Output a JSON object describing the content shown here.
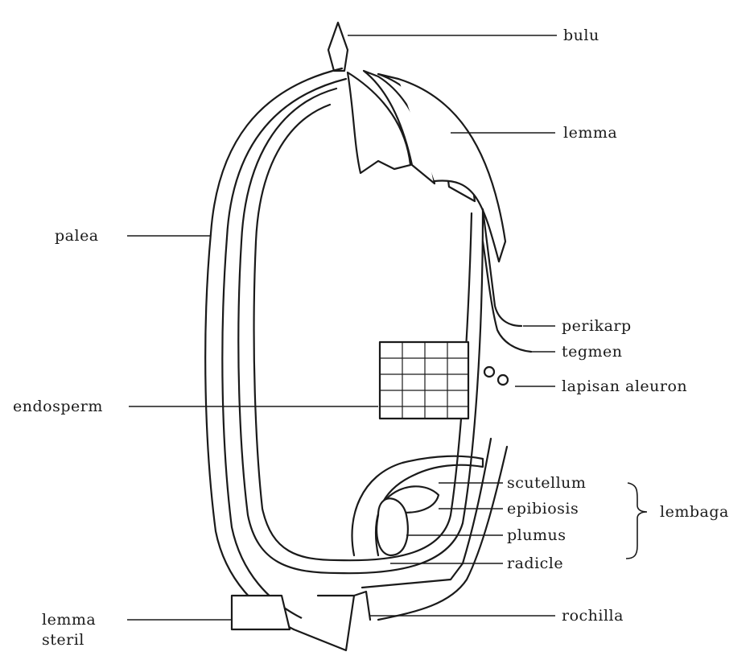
{
  "labels": {
    "bulu": "bulu",
    "lemma": "lemma",
    "palea": "palea",
    "perikarp": "perikarp",
    "tegmen": "tegmen",
    "lapisan_aleuron": "lapisan aleuron",
    "endosperm": "endosperm",
    "scutellum": "scutellum",
    "epibiosis": "epibiosis",
    "plumus": "plumus",
    "radicle": "radicle",
    "lembaga": "lembaga",
    "lemma_steril_line1": "lemma",
    "lemma_steril_line2": "steril",
    "rochilla": "rochilla"
  },
  "colors": {
    "ink": "#1a1a1a",
    "background": "#ffffff"
  }
}
